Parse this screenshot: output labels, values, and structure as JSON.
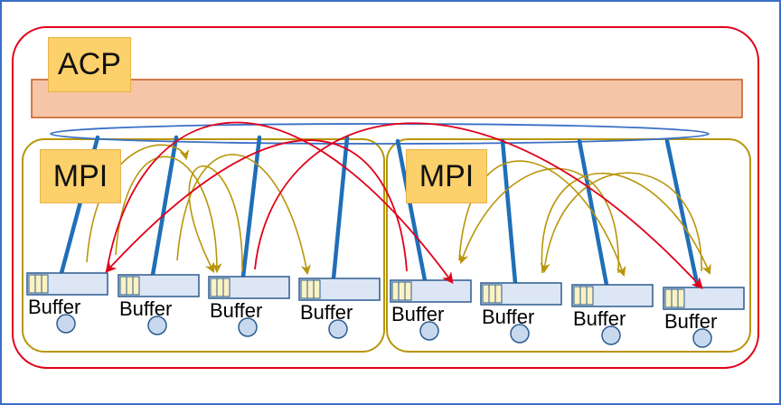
{
  "diagram": {
    "acp_label": "ACP",
    "mpi_labels": [
      "MPI",
      "MPI"
    ],
    "buffer_label": "Buffer",
    "buffer_count": 8,
    "colors": {
      "outer_border": "#e0001a",
      "frame_border": "#3a6fc6",
      "acp_bar_fill": "#f6c5a8",
      "acp_bar_border": "#c35a1c",
      "mpi_group_border": "#b8960a",
      "label_fill": "#fcd06a",
      "buffer_fill": "#dce6f5",
      "buffer_border": "#2c5c8e",
      "buffer_slot_fill": "#fbf2c2",
      "link_line": "#1f6fb8",
      "mpi_arrow": "#b8960a",
      "acp_arrow": "#e0001a",
      "node_fill": "#c8d9ef"
    }
  }
}
